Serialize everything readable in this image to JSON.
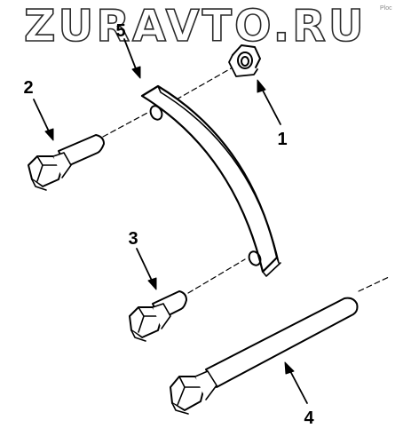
{
  "watermark": {
    "text": "ZURAVTO.RU"
  },
  "corner_mark": {
    "text": "Ploc"
  },
  "callouts": [
    {
      "id": "1",
      "label": "1",
      "part": "flange-nut"
    },
    {
      "id": "2",
      "label": "2",
      "part": "short-bolt-upper"
    },
    {
      "id": "3",
      "label": "3",
      "part": "short-bolt-lower"
    },
    {
      "id": "4",
      "label": "4",
      "part": "long-bolt"
    },
    {
      "id": "5",
      "label": "5",
      "part": "curved-bracket"
    }
  ],
  "colors": {
    "line": "#000000",
    "background": "#ffffff",
    "watermark_outline": "#2a2a2a"
  }
}
